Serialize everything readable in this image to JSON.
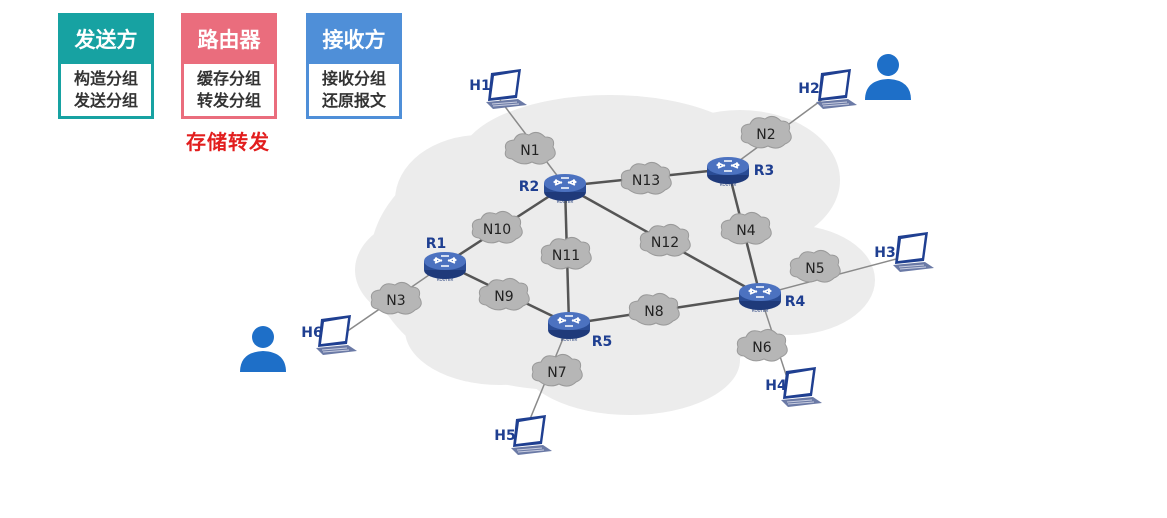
{
  "cards": {
    "sender": {
      "title": "发送方",
      "lines": [
        "构造分组",
        "发送分组"
      ]
    },
    "router": {
      "title": "路由器",
      "lines": [
        "缓存分组",
        "转发分组"
      ]
    },
    "receiver": {
      "title": "接收方",
      "lines": [
        "接收分组",
        "还原报文"
      ]
    }
  },
  "store_forward": "存储转发",
  "colors": {
    "sender": "#17a2a2",
    "router": "#ea6d7d",
    "receiver": "#4f8fd8",
    "highlight": "#e21e1e",
    "user": "#1e6fc8"
  },
  "routers": {
    "R1": "R1",
    "R2": "R2",
    "R3": "R3",
    "R4": "R4",
    "R5": "R5"
  },
  "router_badge": "ROUTER",
  "hosts": {
    "H1": "H1",
    "H2": "H2",
    "H3": "H3",
    "H4": "H4",
    "H5": "H5",
    "H6": "H6"
  },
  "networks": {
    "N1": "N1",
    "N2": "N2",
    "N3": "N3",
    "N4": "N4",
    "N5": "N5",
    "N6": "N6",
    "N7": "N7",
    "N8": "N8",
    "N9": "N9",
    "N10": "N10",
    "N11": "N11",
    "N12": "N12",
    "N13": "N13"
  },
  "icons": {
    "user": "user-icon",
    "host": "laptop-icon",
    "router": "router-icon",
    "network": "cloud-icon"
  }
}
